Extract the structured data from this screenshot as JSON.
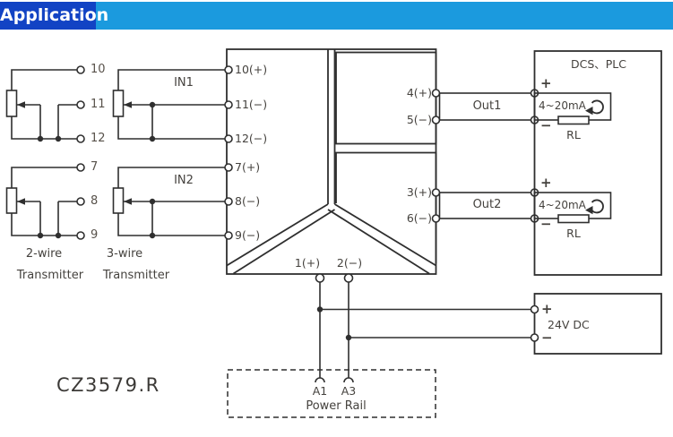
{
  "header": {
    "title": "Application"
  },
  "model_label": "CZ3579.R",
  "field": {
    "two_wire": {
      "name_line1": "2-wire",
      "name_line2": "Transmitter",
      "terminals_top": [
        "10",
        "11",
        "12"
      ],
      "terminals_bottom": [
        "7",
        "8",
        "9"
      ]
    },
    "three_wire": {
      "name_line1": "3-wire",
      "name_line2": "Transmitter",
      "input_labels": [
        "IN1",
        "IN2"
      ]
    }
  },
  "isolator": {
    "left_terminals": [
      "10(+)",
      "11(−)",
      "12(−)",
      "7(+)",
      "8(−)",
      "9(−)"
    ],
    "right_terminals": [
      "4(+)",
      "5(−)",
      "3(+)",
      "6(−)"
    ],
    "power_terminals": [
      "1(+)",
      "2(−)"
    ]
  },
  "outputs": [
    {
      "label": "Out1",
      "signal": "4~20mA",
      "load": "RL",
      "plus": "+",
      "minus": "−"
    },
    {
      "label": "Out2",
      "signal": "4~20mA",
      "load": "RL",
      "plus": "+",
      "minus": "−"
    }
  ],
  "dcs": {
    "title": "DCS、PLC"
  },
  "power_supply": {
    "label": "24V DC",
    "plus": "+",
    "minus": "−"
  },
  "power_rail": {
    "terminal_a1": "A1",
    "terminal_a3": "A3",
    "label": "Power Rail"
  },
  "colors": {
    "header_dark": "#1243c4",
    "header_light": "#1b9ade",
    "line": "#2f2f2f"
  }
}
